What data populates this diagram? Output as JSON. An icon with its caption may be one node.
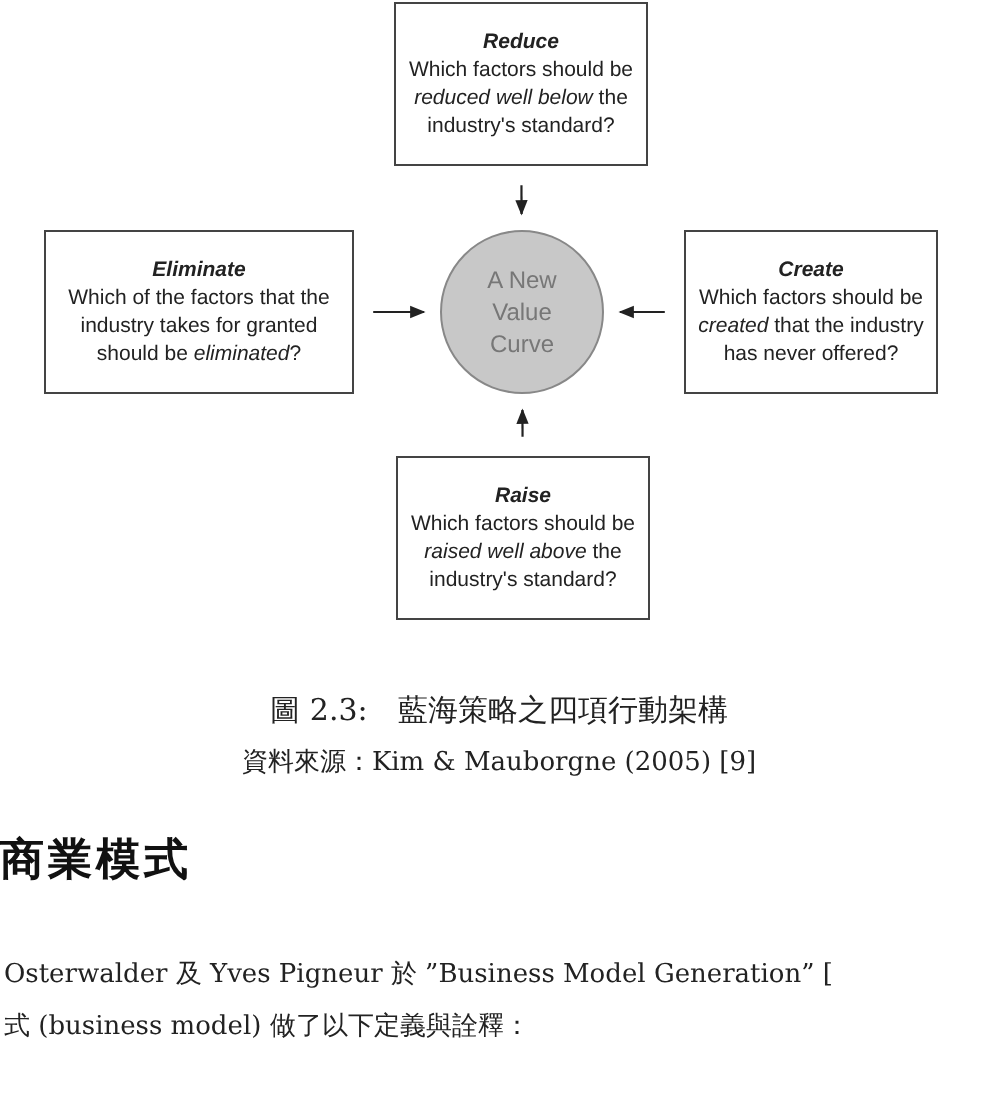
{
  "diagram": {
    "caption": "圖 2.3:　藍海策略之四項行動架構",
    "nodes": [
      {
        "text": [
          "Reduce",
          "Which factors should be *reduced well below* the industry's standard?"
        ]
      },
      {
        "text": [
          "Eliminate",
          "Which of the factors that the industry takes for granted should be *eliminated*?"
        ]
      },
      {
        "text": [
          "A New Value Curve"
        ]
      },
      {
        "text": [
          "Create",
          "Which factors should be *created* that the industry has never offered?"
        ]
      },
      {
        "text": [
          "Raise",
          "Which factors should be *raised well above* the industry's standard?"
        ]
      }
    ],
    "edges": [
      {
        "from": 0,
        "to": 2,
        "arrow": "to"
      },
      {
        "from": 1,
        "to": 2,
        "arrow": "to"
      },
      {
        "from": 3,
        "to": 2,
        "arrow": "to"
      },
      {
        "from": 4,
        "to": 2,
        "arrow": "to"
      }
    ],
    "labels": [
      "資料來源：Kim & Mauborgne (2005) [9]",
      "商業模式",
      "Osterwalder 及 Yves Pigneur 於 ”Business Model Generation” [",
      "式 (business model) 做了以下定義與詮釋："
    ]
  }
}
